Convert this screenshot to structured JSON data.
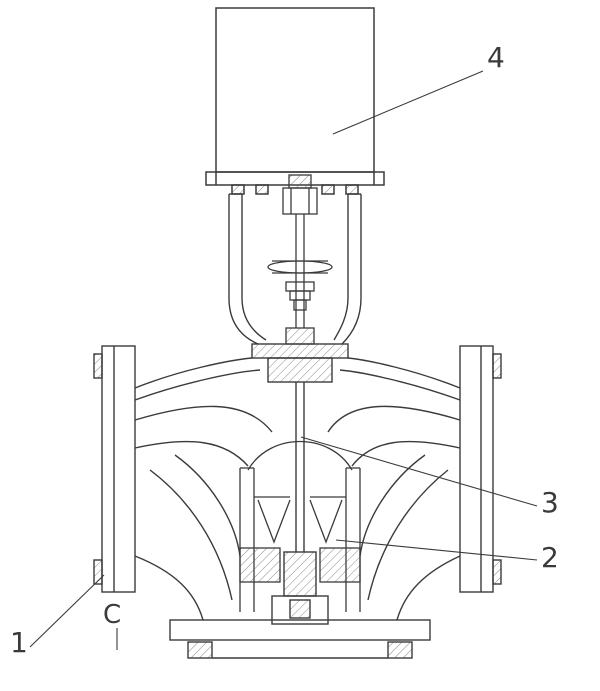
{
  "page": {
    "background_color": "#ffffff",
    "line_color": "#3b3b3b"
  },
  "drawing": {
    "callouts": [
      {
        "id": "4",
        "label": "4"
      },
      {
        "id": "3",
        "label": "3"
      },
      {
        "id": "2",
        "label": "2"
      },
      {
        "id": "1",
        "label": "1"
      },
      {
        "id": "C",
        "label": "C"
      }
    ]
  }
}
